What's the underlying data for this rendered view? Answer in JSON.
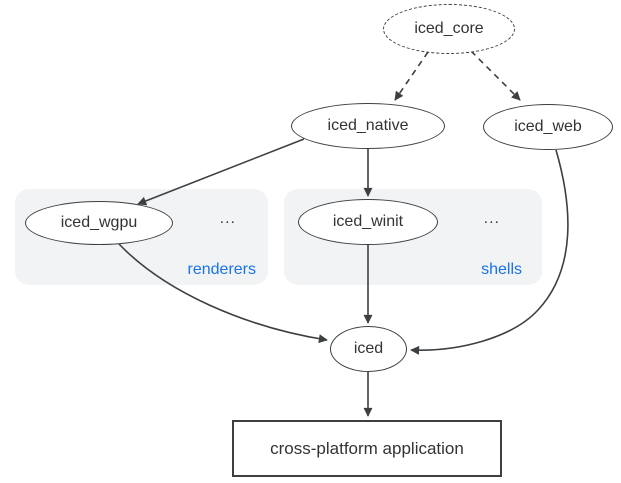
{
  "nodes": {
    "core": "iced_core",
    "native": "iced_native",
    "web": "iced_web",
    "wgpu": "iced_wgpu",
    "winit": "iced_winit",
    "iced": "iced",
    "app": "cross-platform application"
  },
  "groups": {
    "renderers": {
      "label": "renderers",
      "dots": "..."
    },
    "shells": {
      "label": "shells",
      "dots": "..."
    }
  },
  "edges": [
    {
      "from": "iced_core",
      "to": "iced_native",
      "style": "dashed"
    },
    {
      "from": "iced_core",
      "to": "iced_web",
      "style": "dashed"
    },
    {
      "from": "iced_native",
      "to": "iced_wgpu",
      "style": "solid"
    },
    {
      "from": "iced_native",
      "to": "iced_winit",
      "style": "solid"
    },
    {
      "from": "iced_wgpu",
      "to": "iced",
      "style": "solid"
    },
    {
      "from": "iced_winit",
      "to": "iced",
      "style": "solid"
    },
    {
      "from": "iced_web",
      "to": "iced",
      "style": "solid"
    },
    {
      "from": "iced",
      "to": "cross-platform application",
      "style": "solid"
    }
  ],
  "colors": {
    "stroke": "#3c4043",
    "text": "#333333",
    "group_fill": "#f1f3f4",
    "group_label_blue": "#1a73e8",
    "background": "#ffffff"
  }
}
